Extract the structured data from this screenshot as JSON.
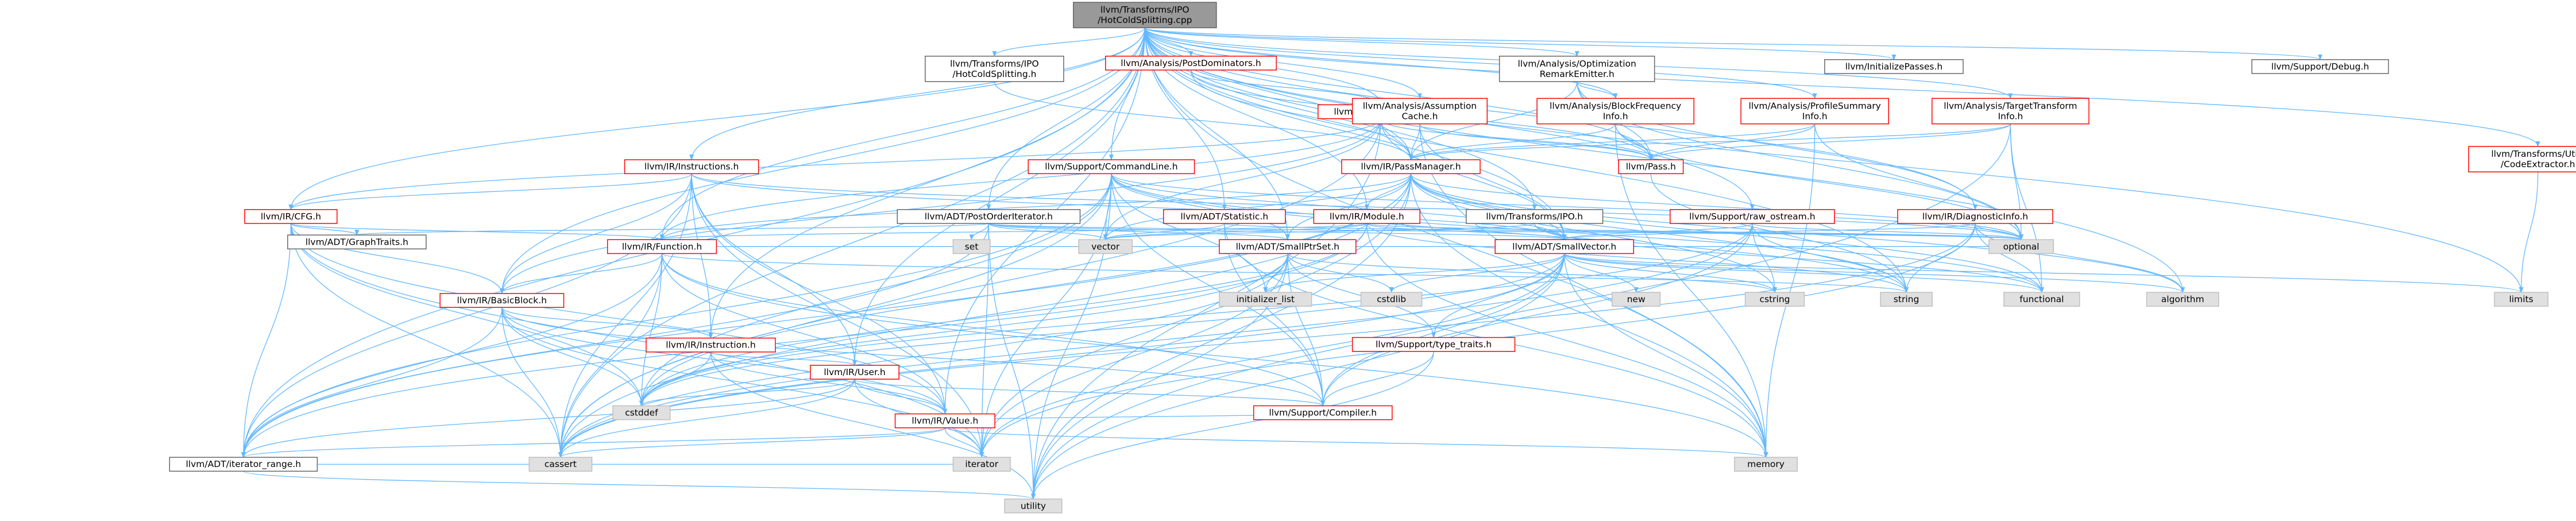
{
  "colors": {
    "edge": "#63b8ff",
    "root_fill": "#999999",
    "root_stroke": "#666666",
    "red_stroke": "#ff0000",
    "red_fill": "#fff0f0",
    "black_stroke": "#666666",
    "white_fill": "#ffffff",
    "gray_stroke": "#bfbfbf",
    "gray_fill": "#e0e0e0"
  },
  "nodes": [
    {
      "id": "root",
      "lines": [
        "llvm/Transforms/IPO",
        "/HotColdSplitting.cpp"
      ],
      "style": "root"
    },
    {
      "id": "ipo_hcs_h",
      "lines": [
        "llvm/Transforms/IPO",
        "/HotColdSplitting.h"
      ],
      "style": "black"
    },
    {
      "id": "postdom",
      "lines": [
        "llvm/Analysis/PostDominators.h"
      ],
      "style": "red"
    },
    {
      "id": "optremark",
      "lines": [
        "llvm/Analysis/Optimization",
        "RemarkEmitter.h"
      ],
      "style": "black"
    },
    {
      "id": "initpasses",
      "lines": [
        "llvm/InitializePasses.h"
      ],
      "style": "black"
    },
    {
      "id": "debug",
      "lines": [
        "llvm/Support/Debug.h"
      ],
      "style": "black"
    },
    {
      "id": "dominators",
      "lines": [
        "llvm/IR/Dominators.h"
      ],
      "style": "red"
    },
    {
      "id": "assumption",
      "lines": [
        "llvm/Analysis/Assumption",
        "Cache.h"
      ],
      "style": "red"
    },
    {
      "id": "blockfreq",
      "lines": [
        "llvm/Analysis/BlockFrequency",
        "Info.h"
      ],
      "style": "red"
    },
    {
      "id": "profsum",
      "lines": [
        "llvm/Analysis/ProfileSummary",
        "Info.h"
      ],
      "style": "red"
    },
    {
      "id": "tti",
      "lines": [
        "llvm/Analysis/TargetTransform",
        "Info.h"
      ],
      "style": "red"
    },
    {
      "id": "instructions",
      "lines": [
        "llvm/IR/Instructions.h"
      ],
      "style": "red"
    },
    {
      "id": "cmdline",
      "lines": [
        "llvm/Support/CommandLine.h"
      ],
      "style": "red"
    },
    {
      "id": "passmanager",
      "lines": [
        "llvm/IR/PassManager.h"
      ],
      "style": "red"
    },
    {
      "id": "pass",
      "lines": [
        "llvm/Pass.h"
      ],
      "style": "red"
    },
    {
      "id": "codeextractor",
      "lines": [
        "llvm/Transforms/Utils",
        "/CodeExtractor.h"
      ],
      "style": "red"
    },
    {
      "id": "cfg",
      "lines": [
        "llvm/IR/CFG.h"
      ],
      "style": "red"
    },
    {
      "id": "postorder",
      "lines": [
        "llvm/ADT/PostOrderIterator.h"
      ],
      "style": "black"
    },
    {
      "id": "statistic",
      "lines": [
        "llvm/ADT/Statistic.h"
      ],
      "style": "red"
    },
    {
      "id": "module",
      "lines": [
        "llvm/IR/Module.h"
      ],
      "style": "red"
    },
    {
      "id": "ipo_h",
      "lines": [
        "llvm/Transforms/IPO.h"
      ],
      "style": "black"
    },
    {
      "id": "rawostream",
      "lines": [
        "llvm/Support/raw_ostream.h"
      ],
      "style": "red"
    },
    {
      "id": "diaginfo",
      "lines": [
        "llvm/IR/DiagnosticInfo.h"
      ],
      "style": "red"
    },
    {
      "id": "graphtraits",
      "lines": [
        "llvm/ADT/GraphTraits.h"
      ],
      "style": "black"
    },
    {
      "id": "set",
      "lines": [
        "set"
      ],
      "style": "gray"
    },
    {
      "id": "vector",
      "lines": [
        "vector"
      ],
      "style": "gray"
    },
    {
      "id": "function",
      "lines": [
        "llvm/IR/Function.h"
      ],
      "style": "red"
    },
    {
      "id": "smallptrset",
      "lines": [
        "llvm/ADT/SmallPtrSet.h"
      ],
      "style": "red"
    },
    {
      "id": "smallvector",
      "lines": [
        "llvm/ADT/SmallVector.h"
      ],
      "style": "red"
    },
    {
      "id": "optional",
      "lines": [
        "optional"
      ],
      "style": "gray"
    },
    {
      "id": "basicblock",
      "lines": [
        "llvm/IR/BasicBlock.h"
      ],
      "style": "red"
    },
    {
      "id": "initlist",
      "lines": [
        "initializer_list"
      ],
      "style": "gray"
    },
    {
      "id": "cstdlib",
      "lines": [
        "cstdlib"
      ],
      "style": "gray"
    },
    {
      "id": "new",
      "lines": [
        "new"
      ],
      "style": "gray"
    },
    {
      "id": "cstring",
      "lines": [
        "cstring"
      ],
      "style": "gray"
    },
    {
      "id": "string",
      "lines": [
        "string"
      ],
      "style": "gray"
    },
    {
      "id": "functional",
      "lines": [
        "functional"
      ],
      "style": "gray"
    },
    {
      "id": "algorithm",
      "lines": [
        "algorithm"
      ],
      "style": "gray"
    },
    {
      "id": "limits",
      "lines": [
        "limits"
      ],
      "style": "gray"
    },
    {
      "id": "instruction",
      "lines": [
        "llvm/IR/Instruction.h"
      ],
      "style": "red"
    },
    {
      "id": "typetraits",
      "lines": [
        "llvm/Support/type_traits.h"
      ],
      "style": "red"
    },
    {
      "id": "user",
      "lines": [
        "llvm/IR/User.h"
      ],
      "style": "red"
    },
    {
      "id": "cstddef",
      "lines": [
        "cstddef"
      ],
      "style": "gray"
    },
    {
      "id": "compiler",
      "lines": [
        "llvm/Support/Compiler.h"
      ],
      "style": "red"
    },
    {
      "id": "value",
      "lines": [
        "llvm/IR/Value.h"
      ],
      "style": "red"
    },
    {
      "id": "iterrange",
      "lines": [
        "llvm/ADT/iterator_range.h"
      ],
      "style": "black"
    },
    {
      "id": "cassert",
      "lines": [
        "cassert"
      ],
      "style": "gray"
    },
    {
      "id": "iterator",
      "lines": [
        "iterator"
      ],
      "style": "gray"
    },
    {
      "id": "memory",
      "lines": [
        "memory"
      ],
      "style": "gray"
    },
    {
      "id": "utility",
      "lines": [
        "utility"
      ],
      "style": "gray"
    }
  ],
  "edges": [
    [
      "root",
      "ipo_hcs_h"
    ],
    [
      "root",
      "postdom"
    ],
    [
      "root",
      "optremark"
    ],
    [
      "root",
      "initpasses"
    ],
    [
      "root",
      "debug"
    ],
    [
      "root",
      "assumption"
    ],
    [
      "root",
      "blockfreq"
    ],
    [
      "root",
      "profsum"
    ],
    [
      "root",
      "tti"
    ],
    [
      "root",
      "codeextractor"
    ],
    [
      "root",
      "dominators"
    ],
    [
      "root",
      "instructions"
    ],
    [
      "root",
      "cmdline"
    ],
    [
      "root",
      "passmanager"
    ],
    [
      "root",
      "pass"
    ],
    [
      "root",
      "cfg"
    ],
    [
      "root",
      "postorder"
    ],
    [
      "root",
      "statistic"
    ],
    [
      "root",
      "module"
    ],
    [
      "root",
      "ipo_h"
    ],
    [
      "root",
      "rawostream"
    ],
    [
      "root",
      "diaginfo"
    ],
    [
      "root",
      "function"
    ],
    [
      "root",
      "basicblock"
    ],
    [
      "root",
      "instruction"
    ],
    [
      "root",
      "user"
    ],
    [
      "root",
      "value"
    ],
    [
      "root",
      "smallptrset"
    ],
    [
      "root",
      "smallvector"
    ],
    [
      "root",
      "string"
    ],
    [
      "root",
      "limits"
    ],
    [
      "root",
      "algorithm"
    ],
    [
      "root",
      "iterrange"
    ],
    [
      "root",
      "cassert"
    ],
    [
      "root",
      "memory"
    ],
    [
      "ipo_hcs_h",
      "passmanager"
    ],
    [
      "postdom",
      "dominators"
    ],
    [
      "postdom",
      "passmanager"
    ],
    [
      "postdom",
      "pass"
    ],
    [
      "optremark",
      "blockfreq"
    ],
    [
      "optremark",
      "diaginfo"
    ],
    [
      "optremark",
      "passmanager"
    ],
    [
      "optremark",
      "pass"
    ],
    [
      "optremark",
      "optional"
    ],
    [
      "dominators",
      "passmanager"
    ],
    [
      "dominators",
      "pass"
    ],
    [
      "dominators",
      "smallvector"
    ],
    [
      "dominators",
      "cfg"
    ],
    [
      "dominators",
      "basicblock"
    ],
    [
      "dominators",
      "vector"
    ],
    [
      "dominators",
      "cassert"
    ],
    [
      "dominators",
      "utility"
    ],
    [
      "dominators",
      "function"
    ],
    [
      "assumption",
      "passmanager"
    ],
    [
      "assumption",
      "pass"
    ],
    [
      "assumption",
      "smallvector"
    ],
    [
      "assumption",
      "memory"
    ],
    [
      "blockfreq",
      "passmanager"
    ],
    [
      "blockfreq",
      "pass"
    ],
    [
      "blockfreq",
      "optional"
    ],
    [
      "blockfreq",
      "memory"
    ],
    [
      "profsum",
      "passmanager"
    ],
    [
      "profsum",
      "pass"
    ],
    [
      "profsum",
      "optional"
    ],
    [
      "profsum",
      "memory"
    ],
    [
      "tti",
      "passmanager"
    ],
    [
      "tti",
      "pass"
    ],
    [
      "tti",
      "optional"
    ],
    [
      "tti",
      "functional"
    ],
    [
      "tti",
      "utility"
    ],
    [
      "codeextractor",
      "limits"
    ],
    [
      "instructions",
      "cfg"
    ],
    [
      "instructions",
      "basicblock"
    ],
    [
      "instructions",
      "instruction"
    ],
    [
      "instructions",
      "user"
    ],
    [
      "instructions",
      "value"
    ],
    [
      "instructions",
      "iterrange"
    ],
    [
      "instructions",
      "cassert"
    ],
    [
      "instructions",
      "iterator"
    ],
    [
      "instructions",
      "optional"
    ],
    [
      "instructions",
      "smallvector"
    ],
    [
      "cmdline",
      "smallptrset"
    ],
    [
      "cmdline",
      "smallvector"
    ],
    [
      "cmdline",
      "string"
    ],
    [
      "cmdline",
      "vector"
    ],
    [
      "cmdline",
      "initlist"
    ],
    [
      "cmdline",
      "functional"
    ],
    [
      "cmdline",
      "iterrange"
    ],
    [
      "cmdline",
      "cassert"
    ],
    [
      "cmdline",
      "iterator"
    ],
    [
      "cmdline",
      "utility"
    ],
    [
      "cmdline",
      "compiler"
    ],
    [
      "cmdline",
      "cstddef"
    ],
    [
      "cmdline",
      "optional"
    ],
    [
      "passmanager",
      "function"
    ],
    [
      "passmanager",
      "module"
    ],
    [
      "passmanager",
      "smallptrset"
    ],
    [
      "passmanager",
      "smallvector"
    ],
    [
      "passmanager",
      "string"
    ],
    [
      "passmanager",
      "vector"
    ],
    [
      "passmanager",
      "memory"
    ],
    [
      "passmanager",
      "cstring"
    ],
    [
      "passmanager",
      "iterator"
    ],
    [
      "passmanager",
      "utility"
    ],
    [
      "passmanager",
      "cstddef"
    ],
    [
      "passmanager",
      "optional"
    ],
    [
      "passmanager",
      "functional"
    ],
    [
      "passmanager",
      "algorithm"
    ],
    [
      "passmanager",
      "iterrange"
    ],
    [
      "passmanager",
      "cassert"
    ],
    [
      "pass",
      "string"
    ],
    [
      "cfg",
      "graphtraits"
    ],
    [
      "cfg",
      "basicblock"
    ],
    [
      "cfg",
      "function"
    ],
    [
      "cfg",
      "value"
    ],
    [
      "cfg",
      "iterrange"
    ],
    [
      "cfg",
      "cassert"
    ],
    [
      "cfg",
      "cstddef"
    ],
    [
      "cfg",
      "iterator"
    ],
    [
      "postorder",
      "graphtraits"
    ],
    [
      "postorder",
      "smallptrset"
    ],
    [
      "postorder",
      "smallvector"
    ],
    [
      "postorder",
      "iterrange"
    ],
    [
      "postorder",
      "set"
    ],
    [
      "postorder",
      "vector"
    ],
    [
      "postorder",
      "iterator"
    ],
    [
      "postorder",
      "utility"
    ],
    [
      "postorder",
      "optional"
    ],
    [
      "statistic",
      "compiler"
    ],
    [
      "statistic",
      "memory"
    ],
    [
      "statistic",
      "vector"
    ],
    [
      "statistic",
      "optional"
    ],
    [
      "module",
      "function"
    ],
    [
      "module",
      "string"
    ],
    [
      "module",
      "vector"
    ],
    [
      "module",
      "memory"
    ],
    [
      "module",
      "cstddef"
    ],
    [
      "module",
      "optional"
    ],
    [
      "module",
      "iterrange"
    ],
    [
      "module",
      "smallvector"
    ],
    [
      "ipo_h",
      "smallvector"
    ],
    [
      "ipo_h",
      "functional"
    ],
    [
      "ipo_h",
      "vector"
    ],
    [
      "rawostream",
      "smallvector"
    ],
    [
      "rawostream",
      "cstring"
    ],
    [
      "rawostream",
      "string"
    ],
    [
      "rawostream",
      "cassert"
    ],
    [
      "rawostream",
      "optional"
    ],
    [
      "rawostream",
      "cstddef"
    ],
    [
      "rawostream",
      "compiler"
    ],
    [
      "diaginfo",
      "smallvector"
    ],
    [
      "diaginfo",
      "string"
    ],
    [
      "diaginfo",
      "functional"
    ],
    [
      "diaginfo",
      "algorithm"
    ],
    [
      "diaginfo",
      "iterator"
    ],
    [
      "diaginfo",
      "optional"
    ],
    [
      "diaginfo",
      "cassert"
    ],
    [
      "function",
      "basicblock"
    ],
    [
      "function",
      "value"
    ],
    [
      "function",
      "iterrange"
    ],
    [
      "function",
      "cassert"
    ],
    [
      "function",
      "cstddef"
    ],
    [
      "function",
      "memory"
    ],
    [
      "function",
      "string"
    ],
    [
      "function",
      "compiler"
    ],
    [
      "function",
      "optional"
    ],
    [
      "smallptrset",
      "typetraits"
    ],
    [
      "smallptrset",
      "compiler"
    ],
    [
      "smallptrset",
      "cstdlib"
    ],
    [
      "smallptrset",
      "initlist"
    ],
    [
      "smallptrset",
      "cstddef"
    ],
    [
      "smallptrset",
      "iterator"
    ],
    [
      "smallptrset",
      "utility"
    ],
    [
      "smallptrset",
      "cassert"
    ],
    [
      "smallptrset",
      "cstring"
    ],
    [
      "smallvector",
      "typetraits"
    ],
    [
      "smallvector",
      "compiler"
    ],
    [
      "smallvector",
      "new"
    ],
    [
      "smallvector",
      "cstring"
    ],
    [
      "smallvector",
      "functional"
    ],
    [
      "smallvector",
      "initlist"
    ],
    [
      "smallvector",
      "cstdlib"
    ],
    [
      "smallvector",
      "cstddef"
    ],
    [
      "smallvector",
      "iterator"
    ],
    [
      "smallvector",
      "memory"
    ],
    [
      "smallvector",
      "utility"
    ],
    [
      "smallvector",
      "limits"
    ],
    [
      "smallvector",
      "algorithm"
    ],
    [
      "smallvector",
      "cassert"
    ],
    [
      "basicblock",
      "instruction"
    ],
    [
      "basicblock",
      "value"
    ],
    [
      "basicblock",
      "iterrange"
    ],
    [
      "basicblock",
      "cassert"
    ],
    [
      "basicblock",
      "cstddef"
    ],
    [
      "basicblock",
      "iterator"
    ],
    [
      "basicblock",
      "compiler"
    ],
    [
      "instruction",
      "user"
    ],
    [
      "instruction",
      "value"
    ],
    [
      "instruction",
      "cstddef"
    ],
    [
      "instruction",
      "utility"
    ],
    [
      "typetraits",
      "compiler"
    ],
    [
      "typetraits",
      "utility"
    ],
    [
      "user",
      "value"
    ],
    [
      "user",
      "iterrange"
    ],
    [
      "user",
      "cassert"
    ],
    [
      "user",
      "cstddef"
    ],
    [
      "user",
      "iterator"
    ],
    [
      "user",
      "compiler"
    ],
    [
      "value",
      "iterrange"
    ],
    [
      "value",
      "cassert"
    ],
    [
      "value",
      "iterator"
    ],
    [
      "value",
      "memory"
    ],
    [
      "value",
      "compiler"
    ],
    [
      "iterrange",
      "utility"
    ],
    [
      "iterrange",
      "iterator"
    ]
  ]
}
